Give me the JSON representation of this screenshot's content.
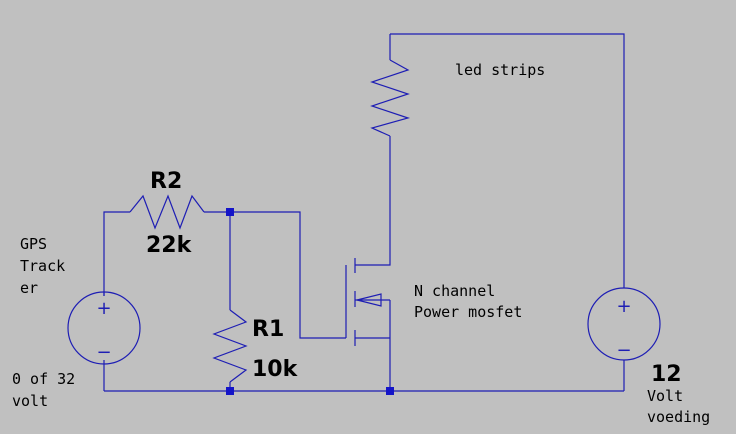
{
  "components": {
    "r2": {
      "name": "R2",
      "value": "22k"
    },
    "r1": {
      "name": "R1",
      "value": "10k"
    },
    "led": {
      "label": "led strips"
    },
    "mosfet": {
      "line1": "N channel",
      "line2": "Power mosfet"
    },
    "gps": {
      "line1": "GPS",
      "line2": "Track",
      "line3": "er",
      "range1": "0 of 32",
      "range2": "volt"
    },
    "supply": {
      "value": "12",
      "line1": "Volt",
      "line2": "voeding"
    }
  },
  "colors": {
    "background": "#c0c0c0",
    "wire": "#1e1eb4",
    "junction": "#1414c8",
    "text": "#000000"
  }
}
